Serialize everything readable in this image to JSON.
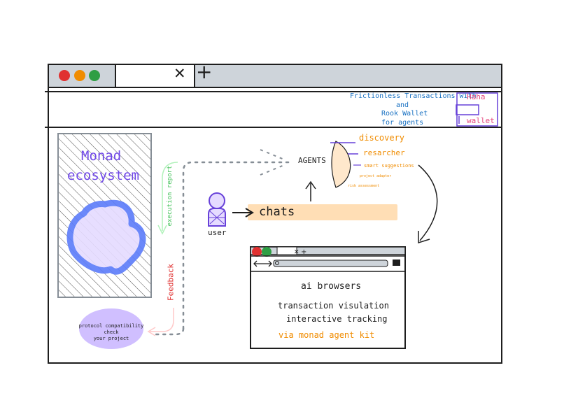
{
  "browser": {
    "close_glyph": "✕",
    "new_tab_glyph": "+"
  },
  "header": {
    "tagline_line1": "Frictionless Transactions with",
    "tagline_line2": "and",
    "tagline_line3": "Rook Wallet",
    "tagline_line4": "for agents",
    "haha": "Haha",
    "wallet": "wallet"
  },
  "ecosystem": {
    "title_line1": "Monad",
    "title_line2": "ecosystem"
  },
  "labels": {
    "execution_report": "execution report",
    "feedback": "Feedback",
    "protocol_line1": "protocol compatibility",
    "protocol_line2": "check",
    "protocol_line3": "your project",
    "agents": "AGENTS",
    "user": "user",
    "chats": "chats"
  },
  "agent_roles": {
    "discovery": "discovery",
    "researcher": "resarcher",
    "smart_suggestions": "smart suggestions",
    "project_adapter": "project adapter",
    "risk_assessment": "risk assessment"
  },
  "ai_browser": {
    "title": "ai browsers",
    "line1": "transaction visulation",
    "line2": "interactive tracking",
    "line3": "via monad agent kit"
  },
  "colors": {
    "purple": "#6741d9",
    "blue": "#1971c2",
    "orange": "#f08c00",
    "green": "#2f9e44",
    "red": "#e03131",
    "pink": "#e64980",
    "peach": "#ffd8a8",
    "lavender": "#d0bfff",
    "chrome_gray": "#ced4da"
  }
}
